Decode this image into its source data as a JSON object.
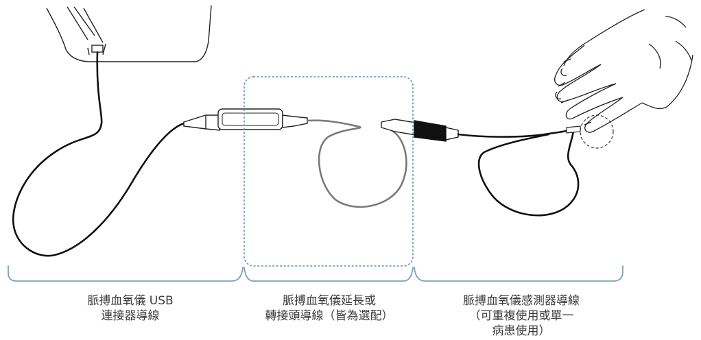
{
  "labels": {
    "usb_cable": {
      "line1": "脈搏血氧儀 USB",
      "line2": "連接器導線"
    },
    "extension_cable": {
      "line1": "脈搏血氧儀延長或",
      "line2": "轉接頭導線（皆為選配）"
    },
    "sensor_cable": {
      "line1": "脈搏血氧儀感測器導線",
      "line2": "（可重複使用或單一",
      "line3": "病患使用）"
    }
  },
  "colors": {
    "bracket": "#7aa3b6",
    "dotted_box": "#6e9cb5",
    "cable_black": "#111111",
    "cable_gray": "#7a7a7a",
    "outline": "#222222"
  }
}
